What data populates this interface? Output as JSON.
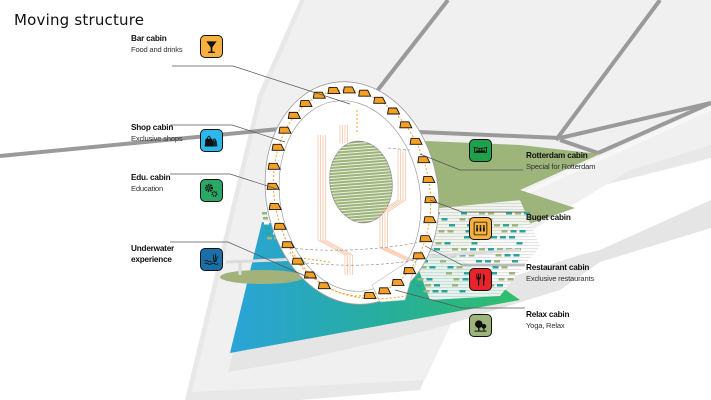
{
  "title": "Moving structure",
  "colors": {
    "cabin": "#f5a024",
    "ground": "#efefef",
    "road": "#9a9a9a",
    "park": "#9db47a",
    "water_left": "#2aa3d8",
    "water_right": "#2db47a",
    "guide_orange": "#f0a030",
    "structure_lines": "#f5b08a"
  },
  "cabins": [
    {
      "id": "bar",
      "name": "Bar cabin",
      "desc": "Food and drinks",
      "icon": "cocktail-glass-icon",
      "color": "#f8b040"
    },
    {
      "id": "shop",
      "name": "Shop cabin",
      "desc": "Exclusive shops",
      "icon": "shopping-bags-icon",
      "color": "#2bb8ea"
    },
    {
      "id": "edu",
      "name": "Edu. cabin",
      "desc": "Education",
      "icon": "gears-icon",
      "color": "#2aa865"
    },
    {
      "id": "underwater",
      "name": "Underwater experience",
      "name_line1": "Underwater",
      "name_line2": "experience",
      "desc": "",
      "icon": "water-reeds-icon",
      "color": "#1a6fa8"
    },
    {
      "id": "rotterdam",
      "name": "Rotterdam cabin",
      "desc": "Special for Rotterdam",
      "icon": "bridge-skyline-icon",
      "color": "#1fa04a"
    },
    {
      "id": "budget",
      "name": "Buget cabin",
      "desc": "",
      "icon": "people-elevator-icon",
      "color": "#f8b040"
    },
    {
      "id": "restaurant",
      "name": "Restaurant cabin",
      "desc": "Exclusive restaurants",
      "icon": "fork-knife-icon",
      "color": "#e8242a"
    },
    {
      "id": "relax",
      "name": "Relax cabin",
      "desc": "Yoga, Relax",
      "icon": "trees-icon",
      "color": "#9db47a"
    }
  ],
  "ring": {
    "cabin_count": 32
  }
}
